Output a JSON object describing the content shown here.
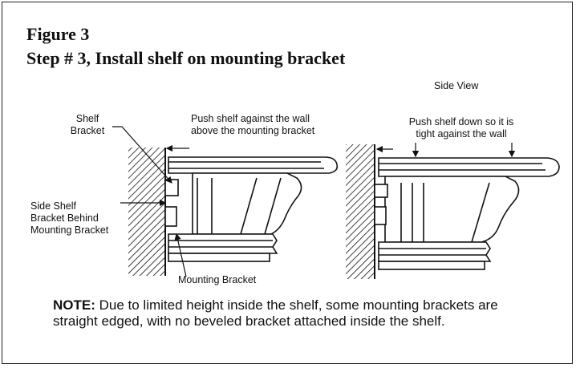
{
  "figure": {
    "title": "Figure 3",
    "step": "Step # 3, Install shelf on mounting bracket",
    "view_label": "Side View"
  },
  "left_diagram": {
    "shelf_bracket_line1": "Shelf",
    "shelf_bracket_line2": "Bracket",
    "push_wall_line1": "Push shelf against the wall",
    "push_wall_line2": "above the mounting bracket",
    "side_shelf_line1": "Side Shelf",
    "side_shelf_line2": "Bracket Behind",
    "side_shelf_line3": "Mounting Bracket",
    "mounting_bracket": "Mounting Bracket"
  },
  "right_diagram": {
    "push_down_line1": "Push shelf down so it is",
    "push_down_line2": "tight against the wall"
  },
  "note": {
    "label": "NOTE:",
    "text": " Due to limited height inside the shelf, some mounting brackets are straight edged, with no beveled bracket attached inside the shelf."
  }
}
